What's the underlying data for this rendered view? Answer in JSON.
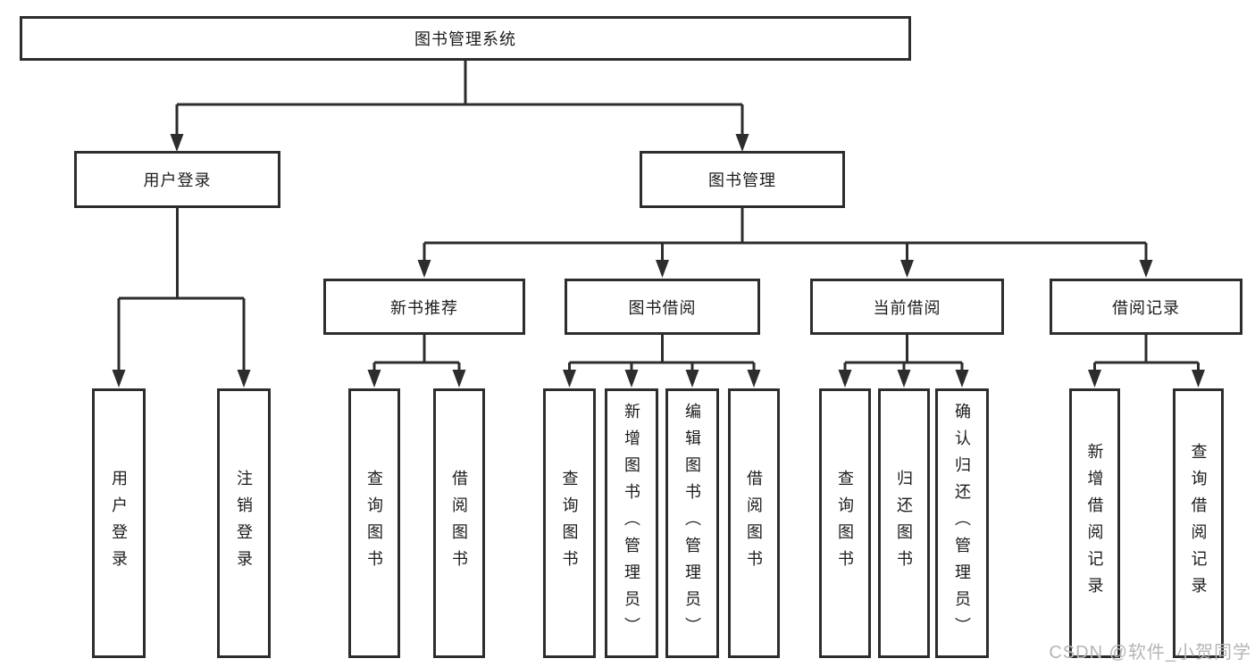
{
  "diagram": {
    "root": "图书管理系统",
    "level2": {
      "user_login": "用户登录",
      "book_management": "图书管理"
    },
    "level3": {
      "new_book_recommend": "新书推荐",
      "book_borrow": "图书借阅",
      "current_borrow": "当前借阅",
      "borrow_records": "借阅记录"
    },
    "leaves": {
      "login": "用户登录",
      "logout": "注销登录",
      "recommend_query_books": "查询图书",
      "recommend_borrow_books": "借阅图书",
      "borrow_query_books": "查询图书",
      "borrow_add_books_admin": "新增图书（管理员）",
      "borrow_edit_books_admin": "编辑图书（管理员）",
      "borrow_borrow_books": "借阅图书",
      "current_query_books": "查询图书",
      "current_return_books": "归还图书",
      "current_confirm_return_admin": "确认归还（管理员）",
      "records_add_record": "新增借阅记录",
      "records_query_record": "查询借阅记录"
    },
    "colors": {
      "line": "#2d2d2d",
      "text": "#1c1c1c",
      "background": "#ffffff",
      "watermark": "#b5b5b5"
    }
  },
  "watermark": "CSDN @软件_小贺同学"
}
